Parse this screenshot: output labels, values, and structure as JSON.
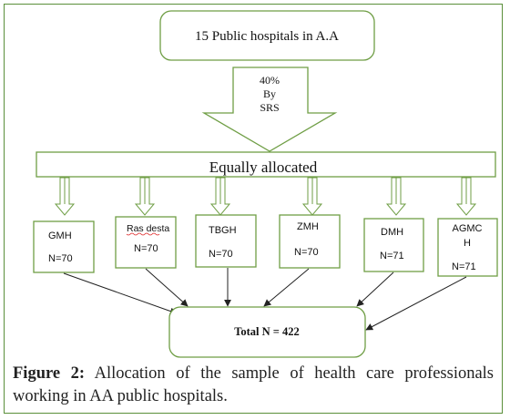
{
  "top_box": "15 Public hospitals in A.A",
  "arrow_label": [
    "40%",
    "By",
    "SRS"
  ],
  "banner": "Equally allocated",
  "hospitals": [
    {
      "name": [
        "GMH"
      ],
      "n": "N=70"
    },
    {
      "name": [
        "Ras desta"
      ],
      "n": "N=70"
    },
    {
      "name": [
        "TBGH"
      ],
      "n": "N=70"
    },
    {
      "name": [
        "ZMH"
      ],
      "n": "N=70"
    },
    {
      "name": [
        "DMH"
      ],
      "n": "N=71"
    },
    {
      "name": [
        "AGMC",
        "H"
      ],
      "n": "N=71"
    }
  ],
  "total": "Total N = 422",
  "caption": {
    "figure_label": "Figure 2:",
    "text": "Allocation of the sample of health care professionals working in AA public hospitals."
  },
  "colors": {
    "stroke": "#6f9e45",
    "frame": "#5a8f3a",
    "connector": "#222222"
  }
}
